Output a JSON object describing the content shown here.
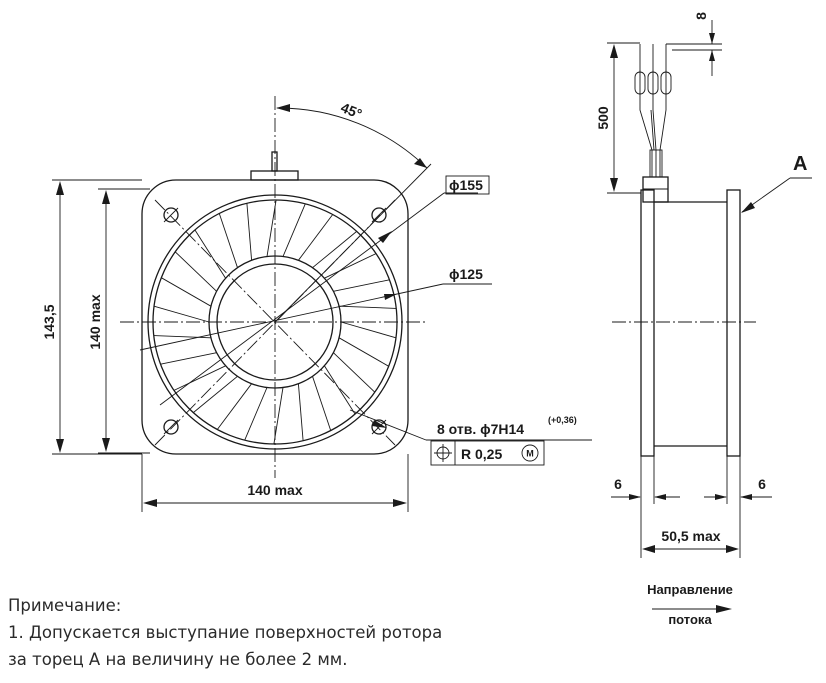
{
  "front_view": {
    "angle_label": "45°",
    "dia_outer_label": "ϕ155",
    "dia_inner_label": "ϕ125",
    "holes_label": "8 отв. ϕ7H14",
    "holes_tolerance": "(+0,36)",
    "position_tolerance": "R 0,25",
    "position_symbol": "position-tolerance-icon",
    "modifier_symbol": "M",
    "height_label": "143,5",
    "height_max_label": "140 max",
    "width_max_label": "140 max"
  },
  "side_view": {
    "lead_length_label": "500",
    "lead_offset_label": "8",
    "face_label": "A",
    "left_flange_label": "6",
    "right_flange_label": "6",
    "depth_label": "50,5 max"
  },
  "flow": {
    "line1": "Направление",
    "line2": "потока"
  },
  "note": {
    "title": "Примечание:",
    "line1": "1. Допускается выступание поверхностей ротора",
    "line2": "за торец А на величину не более 2 мм."
  }
}
